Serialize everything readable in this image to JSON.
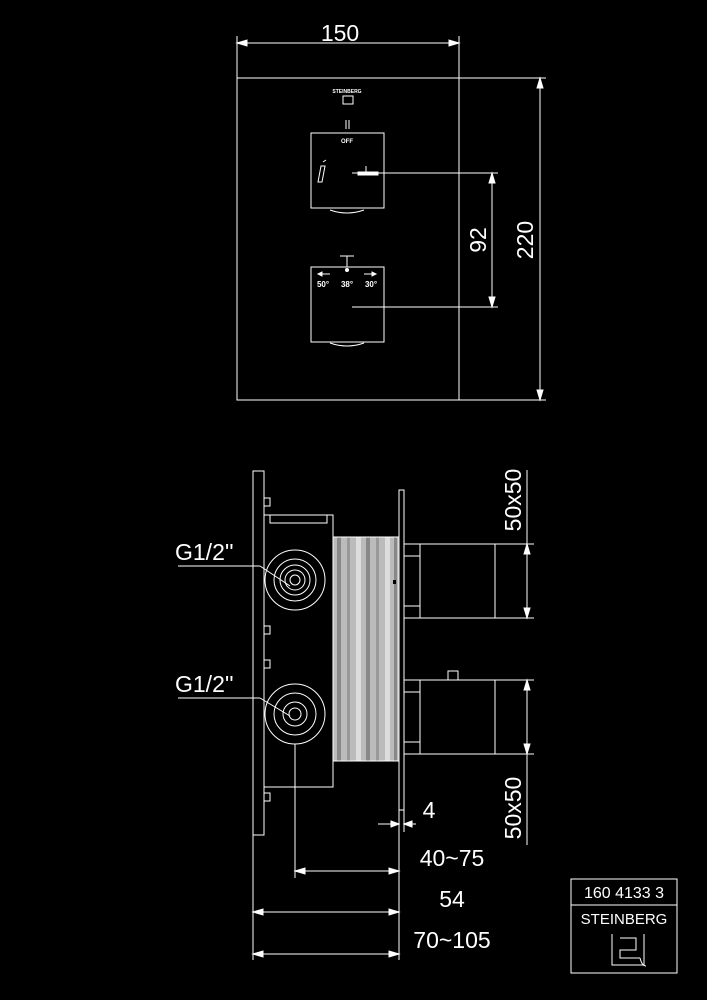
{
  "front_view": {
    "width_label": "150",
    "height_label": "220",
    "spacing_label": "92",
    "brand_small": "STEINBERG",
    "off_label": "OFF",
    "temp_left": "50°",
    "temp_mid": "38°",
    "temp_right": "30°"
  },
  "side_view": {
    "thread_top": "G1/2''",
    "thread_bottom": "G1/2''",
    "handle_size_top": "50x50",
    "handle_size_bottom": "50x50",
    "plate_thickness": "4",
    "depth_range_1": "40~75",
    "depth_2": "54",
    "depth_range_3": "70~105"
  },
  "title_block": {
    "part_number": "160 4133 3",
    "brand": "STEINBERG"
  }
}
